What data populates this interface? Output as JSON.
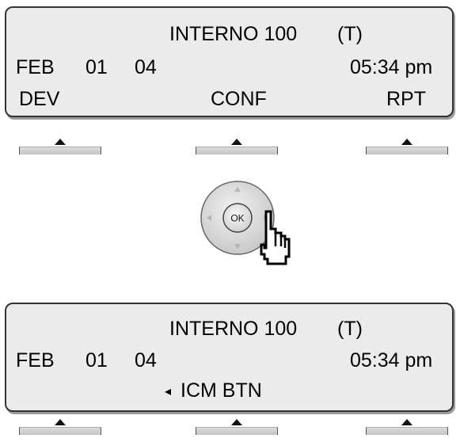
{
  "screen_before": {
    "title": "INTERNO 100",
    "title_suffix": "(T)",
    "date_month": "FEB",
    "date_day": "01",
    "date_year": "04",
    "time": "05:34 pm",
    "softkeys": [
      "DEV",
      "CONF",
      "RPT"
    ]
  },
  "navigation_pad": {
    "ok_label": "OK",
    "icons": [
      "up-arrow-icon",
      "down-arrow-icon",
      "left-arrow-icon",
      "right-arrow-icon",
      "hand-pointer-icon"
    ]
  },
  "screen_after": {
    "title": "INTERNO 100",
    "title_suffix": "(T)",
    "date_month": "FEB",
    "date_day": "01",
    "date_year": "04",
    "time": "05:34 pm",
    "menu_arrow": "◂",
    "menu_item": "ICM BTN"
  },
  "colors": {
    "lcd_background": "#ebebeb",
    "lcd_border": "#333333",
    "softkey_bar": "#c8c8c8",
    "nav_pad": "#d8d8d8"
  }
}
